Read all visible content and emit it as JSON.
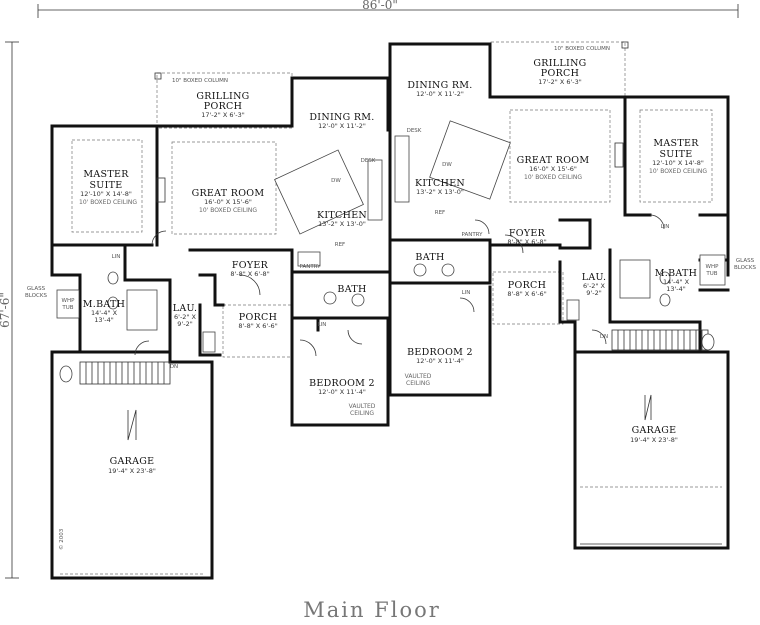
{
  "dimensions": {
    "width": "86'-0\"",
    "depth": "67'-6\""
  },
  "title": "Main Floor",
  "copyright": "© 2003",
  "rooms": {
    "dining_left": {
      "name": "DINING RM.",
      "dim": "12'-0\" X 11'-2\""
    },
    "dining_right": {
      "name": "DINING RM.",
      "dim": "12'-0\" X 11'-2\""
    },
    "grilling_left": {
      "name": "GRILLING",
      "name2": "PORCH",
      "dim": "17'-2\" X 6'-3\"",
      "note": "10\" BOXED COLUMN"
    },
    "grilling_right": {
      "name": "GRILLING",
      "name2": "PORCH",
      "dim": "17'-2\" X 6'-3\"",
      "note": "10\" BOXED COLUMN"
    },
    "master_left": {
      "name": "MASTER",
      "name2": "SUITE",
      "dim": "12'-10\" X 14'-8\"",
      "note": "10' BOXED CEILING"
    },
    "master_right": {
      "name": "MASTER",
      "name2": "SUITE",
      "dim": "12'-10\" X 14'-8\"",
      "note": "10' BOXED CEILING"
    },
    "great_left": {
      "name": "GREAT ROOM",
      "dim": "16'-0\" X 15'-6\"",
      "note": "10' BOXED CEILING"
    },
    "great_right": {
      "name": "GREAT ROOM",
      "dim": "16'-0\" X 15'-6\"",
      "note": "10' BOXED CEILING"
    },
    "kitchen_left": {
      "name": "KITCHEN",
      "dim": "13'-2\" X 13'-0\""
    },
    "kitchen_right": {
      "name": "KITCHEN",
      "dim": "13'-2\" X 13'-0\""
    },
    "foyer_left": {
      "name": "FOYER",
      "dim": "8'-8\" X 6'-8\""
    },
    "foyer_right": {
      "name": "FOYER",
      "dim": "8'-8\" X 6'-8\""
    },
    "bath_left": {
      "name": "BATH"
    },
    "bath_right": {
      "name": "BATH"
    },
    "mbath_left": {
      "name": "M.BATH",
      "dim": "14'-4\" X",
      "dim2": "13'-4\""
    },
    "mbath_right": {
      "name": "M.BATH",
      "dim": "14'-4\" X",
      "dim2": "13'-4\""
    },
    "lau_left": {
      "name": "LAU.",
      "dim": "6'-2\" X",
      "dim2": "9'-2\""
    },
    "lau_right": {
      "name": "LAU.",
      "dim": "6'-2\" X",
      "dim2": "9'-2\""
    },
    "porch_left": {
      "name": "PORCH",
      "dim": "8'-8\" X 6'-6\""
    },
    "porch_right": {
      "name": "PORCH",
      "dim": "8'-8\" X 6'-6\""
    },
    "bed2_left": {
      "name": "BEDROOM 2",
      "dim": "12'-0\" X 11'-4\"",
      "note": "VAULTED",
      "note2": "CEILING"
    },
    "bed2_right": {
      "name": "BEDROOM 2",
      "dim": "12'-0\" X 11'-4\"",
      "note": "VAULTED",
      "note2": "CEILING"
    },
    "garage_left": {
      "name": "GARAGE",
      "dim": "19'-4\" X 23'-8\""
    },
    "garage_right": {
      "name": "GARAGE",
      "dim": "19'-4\" X 23'-8\""
    }
  },
  "fixtures": {
    "whp_tub": "WHP",
    "whp_tub2": "TUB",
    "glass_blocks": "GLASS",
    "glass_blocks2": "BLOCKS",
    "desk": "DESK",
    "dw": "DW",
    "ref": "REF",
    "pantry": "PANTRY",
    "lin": "LIN",
    "dn": "DN"
  }
}
